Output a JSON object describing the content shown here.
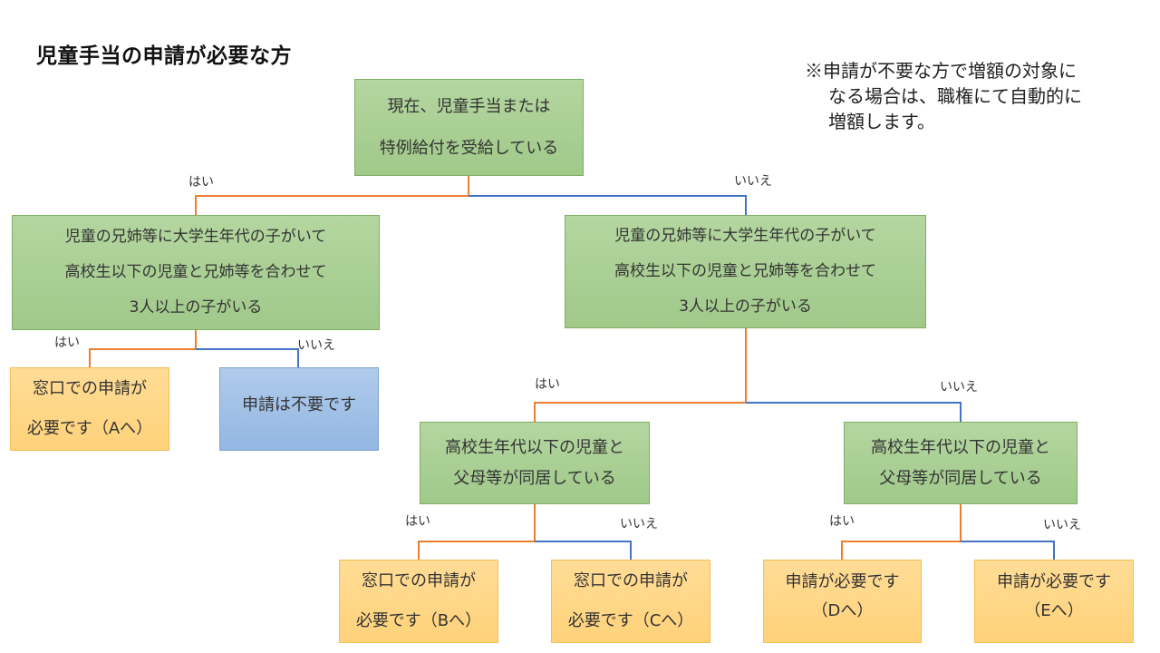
{
  "title": "児童手当の申請が必要な方",
  "note": {
    "lines": [
      "※申請が不要な方で増額の対象に",
      "なる場合は、職権にて自動的に",
      "増額します。"
    ]
  },
  "colors": {
    "yes_line": "#ed7d31",
    "no_line": "#4472c4",
    "question": "#a9d18e",
    "apply": "#ffd27a",
    "not_needed": "#9dc3e6"
  },
  "branch_labels": {
    "yes": "はい",
    "no": "いいえ"
  },
  "nodes": {
    "root": {
      "lines": [
        "現在、児童手当または",
        "特例給付を受給している"
      ]
    },
    "q_left": {
      "lines": [
        "児童の兄姉等に大学生年代の子がいて",
        "高校生以下の児童と兄姉等を合わせて",
        "3人以上の子がいる"
      ]
    },
    "q_right": {
      "lines": [
        "児童の兄姉等に大学生年代の子がいて",
        "高校生以下の児童と兄姉等を合わせて",
        "3人以上の子がいる"
      ]
    },
    "q_rr_left": {
      "lines": [
        "高校生年代以下の児童と",
        "父母等が同居している"
      ]
    },
    "q_rr_right": {
      "lines": [
        "高校生年代以下の児童と",
        "父母等が同居している"
      ]
    },
    "res_a": {
      "lines": [
        "窓口での申請が",
        "必要です（Aへ）"
      ]
    },
    "res_none": {
      "lines": [
        "申請は不要です"
      ]
    },
    "res_b": {
      "lines": [
        "窓口での申請が",
        "必要です（Bへ）"
      ]
    },
    "res_c": {
      "lines": [
        "窓口での申請が",
        "必要です（Cへ）"
      ]
    },
    "res_d": {
      "lines": [
        "申請が必要です",
        "（Dへ）"
      ]
    },
    "res_e": {
      "lines": [
        "申請が必要です",
        "（Eへ）"
      ]
    }
  }
}
